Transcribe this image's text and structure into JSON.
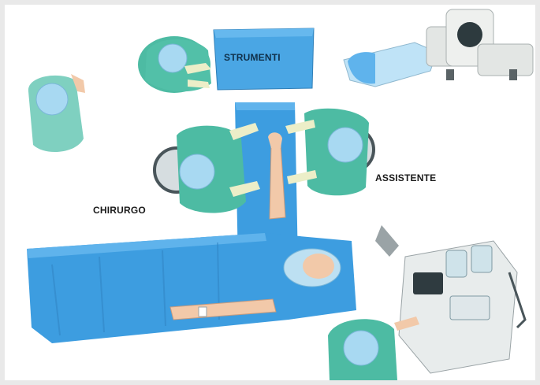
{
  "labels": {
    "instruments": "STRUMENTI",
    "assistant": "ASSISTENTE",
    "surgeon": "CHIRURGO"
  },
  "colors": {
    "drape_blue": "#3d9de0",
    "drape_light": "#5fb3ec",
    "scrubs_green": "#49b6a0",
    "scrubs_light": "#7fd0c0",
    "cap_blue": "#9fd3ef",
    "glove": "#eceec8",
    "skin": "#f2c9a9",
    "machine_white": "#e8ecec",
    "machine_grey": "#9aa3a6"
  },
  "icons": [
    "person-icon",
    "surgical-lamp-icon",
    "anesthesia-machine-icon",
    "c-arm-icon"
  ]
}
